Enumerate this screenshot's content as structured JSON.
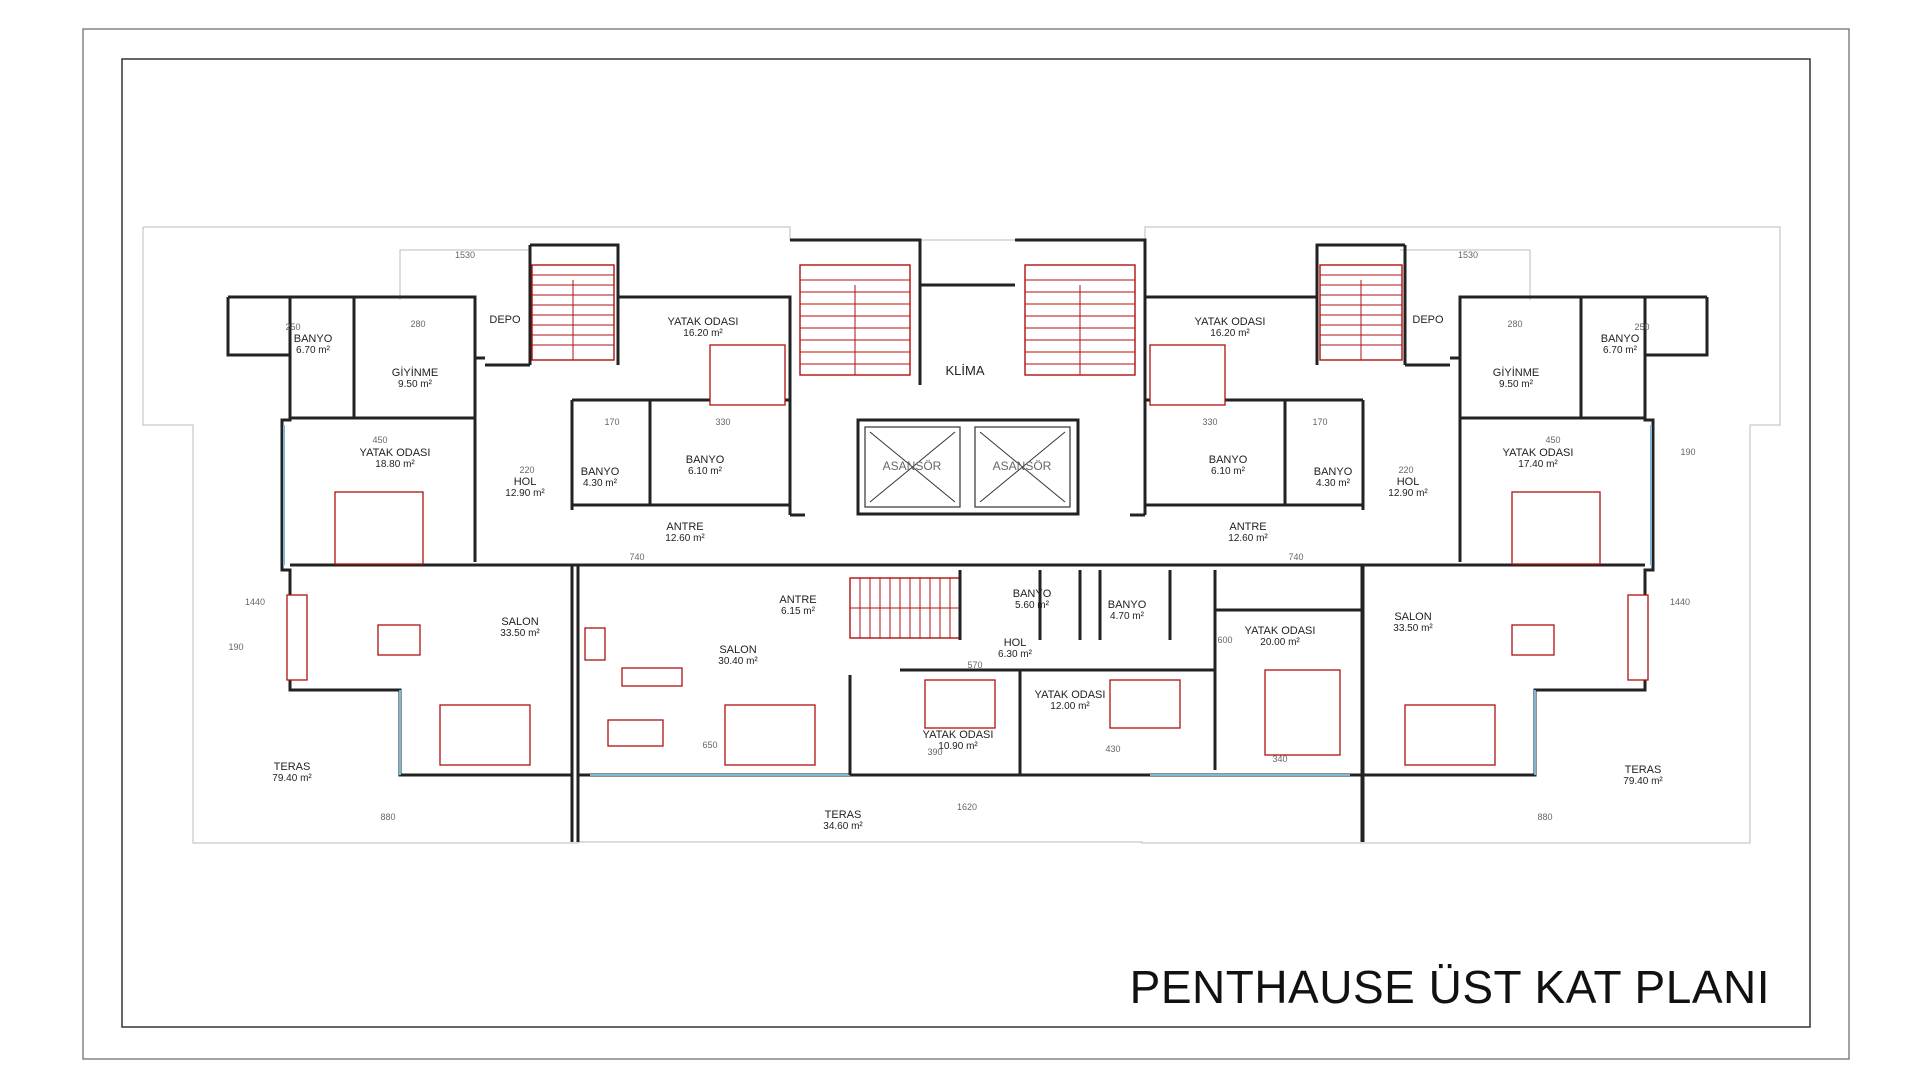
{
  "title": "PENTHAUSE ÜST KAT PLANI",
  "colors": {
    "walls": "#222222",
    "fixtures": "#b01010",
    "glass": "#7fb6d6",
    "frame": "#333333"
  },
  "shared": {
    "klima": "KLİMA",
    "asansor_1": "ASANSÖR",
    "asansor_2": "ASANSÖR"
  },
  "left_unit": {
    "banyo_master": {
      "name": "BANYO",
      "area": "6.70 m²"
    },
    "giyinme": {
      "name": "GİYİNME",
      "area": "9.50 m²"
    },
    "depo": {
      "name": "DEPO"
    },
    "yatak_odasi_big": {
      "name": "YATAK ODASI",
      "area": "16.20 m²"
    },
    "yatak_odasi_master": {
      "name": "YATAK ODASI",
      "area": "18.80 m²"
    },
    "hol": {
      "name": "HOL",
      "area": "12.90 m²"
    },
    "banyo_small": {
      "name": "BANYO",
      "area": "4.30 m²"
    },
    "banyo_mid": {
      "name": "BANYO",
      "area": "6.10 m²"
    },
    "antre": {
      "name": "ANTRE",
      "area": "12.60 m²"
    },
    "salon": {
      "name": "SALON",
      "area": "33.50 m²"
    },
    "teras": {
      "name": "TERAS",
      "area": "79.40 m²"
    }
  },
  "center_unit": {
    "antre": {
      "name": "ANTRE",
      "area": "6.15 m²"
    },
    "salon": {
      "name": "SALON",
      "area": "30.40 m²"
    },
    "banyo_1": {
      "name": "BANYO",
      "area": "5.60 m²"
    },
    "banyo_2": {
      "name": "BANYO",
      "area": "4.70 m²"
    },
    "hol": {
      "name": "HOL",
      "area": "6.30 m²"
    },
    "yatak_odasi_1": {
      "name": "YATAK ODASI",
      "area": "10.90 m²"
    },
    "yatak_odasi_2": {
      "name": "YATAK ODASI",
      "area": "12.00 m²"
    },
    "yatak_odasi_3": {
      "name": "YATAK ODASI",
      "area": "20.00 m²"
    },
    "teras": {
      "name": "TERAS",
      "area": "34.60 m²"
    }
  },
  "right_unit": {
    "yatak_odasi_big": {
      "name": "YATAK ODASI",
      "area": "16.20 m²"
    },
    "depo": {
      "name": "DEPO"
    },
    "giyinme": {
      "name": "GİYİNME",
      "area": "9.50 m²"
    },
    "banyo_master": {
      "name": "BANYO",
      "area": "6.70 m²"
    },
    "banyo_mid": {
      "name": "BANYO",
      "area": "6.10 m²"
    },
    "banyo_small": {
      "name": "BANYO",
      "area": "4.30 m²"
    },
    "hol": {
      "name": "HOL",
      "area": "12.90 m²"
    },
    "yatak_odasi_master": {
      "name": "YATAK ODASI",
      "area": "17.40 m²"
    },
    "antre": {
      "name": "ANTRE",
      "area": "12.60 m²"
    },
    "salon": {
      "name": "SALON",
      "area": "33.50 m²"
    },
    "teras": {
      "name": "TERAS",
      "area": "79.40 m²"
    }
  },
  "dimensions": {
    "d_1530_left": "1530",
    "d_1530_right": "1530",
    "d_280_a": "280",
    "d_280_b": "280",
    "d_250_a": "250",
    "d_250_b": "250",
    "d_450_a": "450",
    "d_450_b": "450",
    "d_220_a": "220",
    "d_220_b": "220",
    "d_170_a": "170",
    "d_170_b": "170",
    "d_330_a": "330",
    "d_330_b": "330",
    "d_740_a": "740",
    "d_740_b": "740",
    "d_1440_a": "1440",
    "d_1440_b": "1440",
    "d_190_a": "190",
    "d_190_b": "190",
    "d_880_a": "880",
    "d_880_b": "880",
    "d_1620": "1620",
    "d_570": "570",
    "d_650": "650",
    "d_600": "600",
    "d_390": "390",
    "d_430": "430",
    "d_340": "340"
  }
}
